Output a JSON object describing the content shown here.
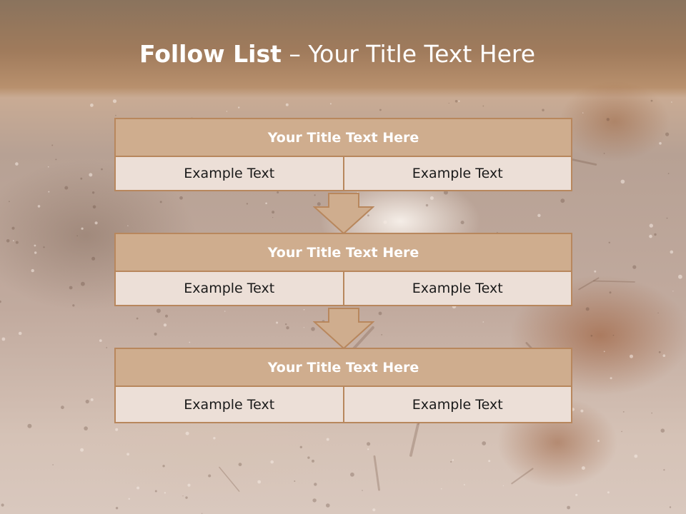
{
  "slide": {
    "title_bold": "Follow List",
    "title_rest": " – Your Title Text Here"
  },
  "blocks": [
    {
      "title": "Your Title Text Here",
      "left": "Example Text",
      "right": "Example Text"
    },
    {
      "title": "Your Title Text Here",
      "left": "Example Text",
      "right": "Example Text"
    },
    {
      "title": "Your Title Text Here",
      "left": "Example Text",
      "right": "Example Text"
    }
  ],
  "colors": {
    "header_fill": "#cfad8e",
    "cell_fill": "#ecdfd7",
    "border": "#b8875d",
    "title_text": "#ffffff"
  }
}
